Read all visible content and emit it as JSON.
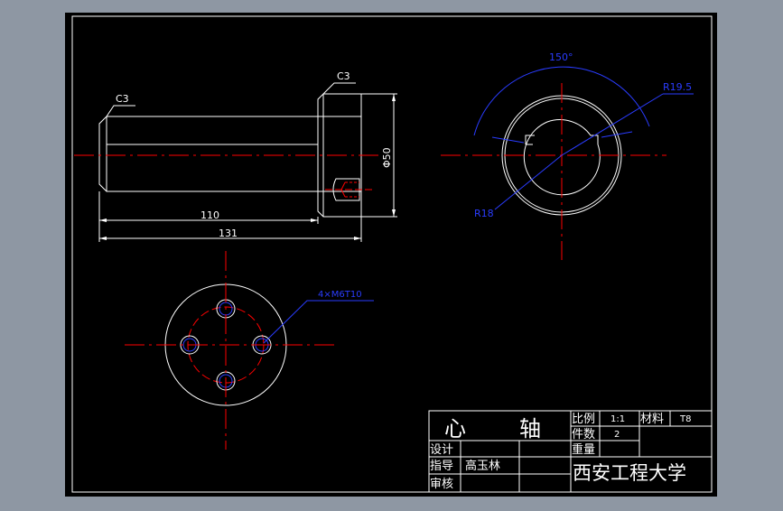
{
  "drawing": {
    "side_view": {
      "chamfer_left": "C3",
      "chamfer_right": "C3",
      "dim_110": "110",
      "dim_131": "131",
      "dim_dia": "Φ50"
    },
    "front_view": {
      "angle": "150°",
      "radius_outer": "R19.5",
      "radius_inner": "R18"
    },
    "bottom_view": {
      "holes_note": "4×M6T10"
    },
    "title_block": {
      "part_name_1": "心",
      "part_name_2": "轴",
      "scale_label": "比例",
      "scale_value": "1:1",
      "material_label": "材料",
      "material_value": "T8",
      "quantity_label": "件数",
      "quantity_value": "2",
      "weight_label": "重量",
      "design_label": "设计",
      "guide_label": "指导",
      "guide_name": "高玉林",
      "review_label": "审核",
      "school": "西安工程大学"
    }
  },
  "colors": {
    "background": "#000000",
    "frame": "#ffffff",
    "centerline": "#ff0000",
    "dimension": "#2a3cff",
    "hidden": "#ff0000",
    "line": "#ffffff"
  }
}
